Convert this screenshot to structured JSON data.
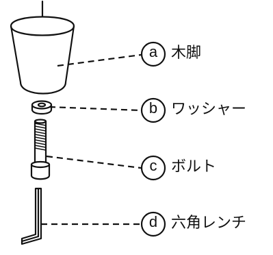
{
  "parts": [
    {
      "letter": "a",
      "name": "木脚",
      "icon": "wooden-leg-icon"
    },
    {
      "letter": "b",
      "name": "ワッシャー",
      "icon": "washer-icon"
    },
    {
      "letter": "c",
      "name": "ボルト",
      "icon": "bolt-icon"
    },
    {
      "letter": "d",
      "name": "六角レンチ",
      "icon": "hex-wrench-icon"
    }
  ],
  "colors": {
    "line": "#111111",
    "background": "#ffffff"
  }
}
